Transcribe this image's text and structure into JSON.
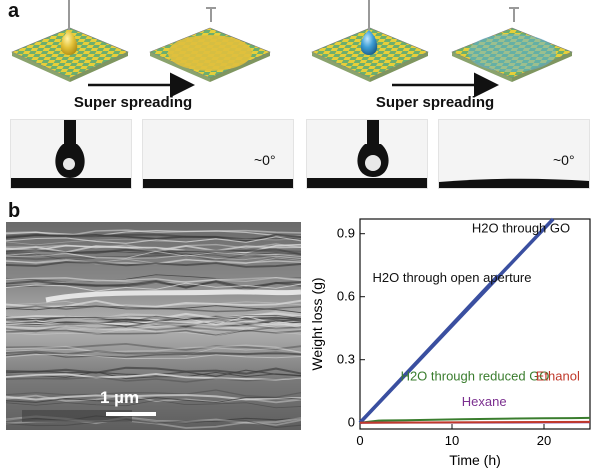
{
  "panel_a": {
    "letter": "a",
    "caption_left": "Super spreading",
    "caption_right": "Super spreading",
    "angle_left": "~0°",
    "angle_right": "~0°",
    "colors": {
      "checker_a": "#6cae6f",
      "checker_b": "#e7cf3a",
      "drop_left": "#e5c43b",
      "drop_right": "#3e9fd6"
    }
  },
  "panel_b": {
    "letter": "b",
    "scale_bar": "1 µm"
  },
  "chart_data": {
    "type": "line",
    "xlabel": "Time (h)",
    "ylabel": "Weight loss (g)",
    "xlim": [
      0,
      25
    ],
    "ylim": [
      -0.03,
      0.97
    ],
    "xticks": [
      0,
      10,
      20
    ],
    "yticks": [
      0,
      0.3,
      0.6,
      0.9
    ],
    "grid": false,
    "series": [
      {
        "x": [
          0,
          21
        ],
        "y": [
          0,
          0.97
        ],
        "color": "#3a4fa0"
      },
      {
        "x": [
          0,
          15
        ],
        "y": [
          0,
          0.7
        ],
        "color": "#3a4fa0"
      },
      {
        "x": [
          0,
          2,
          5,
          8,
          11,
          14,
          17,
          20,
          23,
          25
        ],
        "y": [
          0,
          0.01,
          0.012,
          0.014,
          0.016,
          0.018,
          0.02,
          0.021,
          0.022,
          0.023
        ],
        "color": "#3a7d2e"
      },
      {
        "x": [
          0,
          25
        ],
        "y": [
          0,
          0.002
        ],
        "color": "#7b2f8f"
      },
      {
        "x": [
          0,
          25
        ],
        "y": [
          0,
          0.004
        ],
        "color": "#c0392b"
      }
    ],
    "annotations": [
      {
        "text": "H2O through GO",
        "x": 17.5,
        "y": 0.905,
        "color": "#111111"
      },
      {
        "text": "H2O through open aperture",
        "x": 10,
        "y": 0.67,
        "color": "#111111"
      },
      {
        "text": "H2O through reduced GO",
        "x": 12.5,
        "y": 0.2,
        "color": "#3a7d2e"
      },
      {
        "text": "Hexane",
        "x": 13.5,
        "y": 0.08,
        "color": "#7b2f8f"
      },
      {
        "text": "Ethanol",
        "x": 21.5,
        "y": 0.2,
        "color": "#c0392b"
      }
    ]
  }
}
